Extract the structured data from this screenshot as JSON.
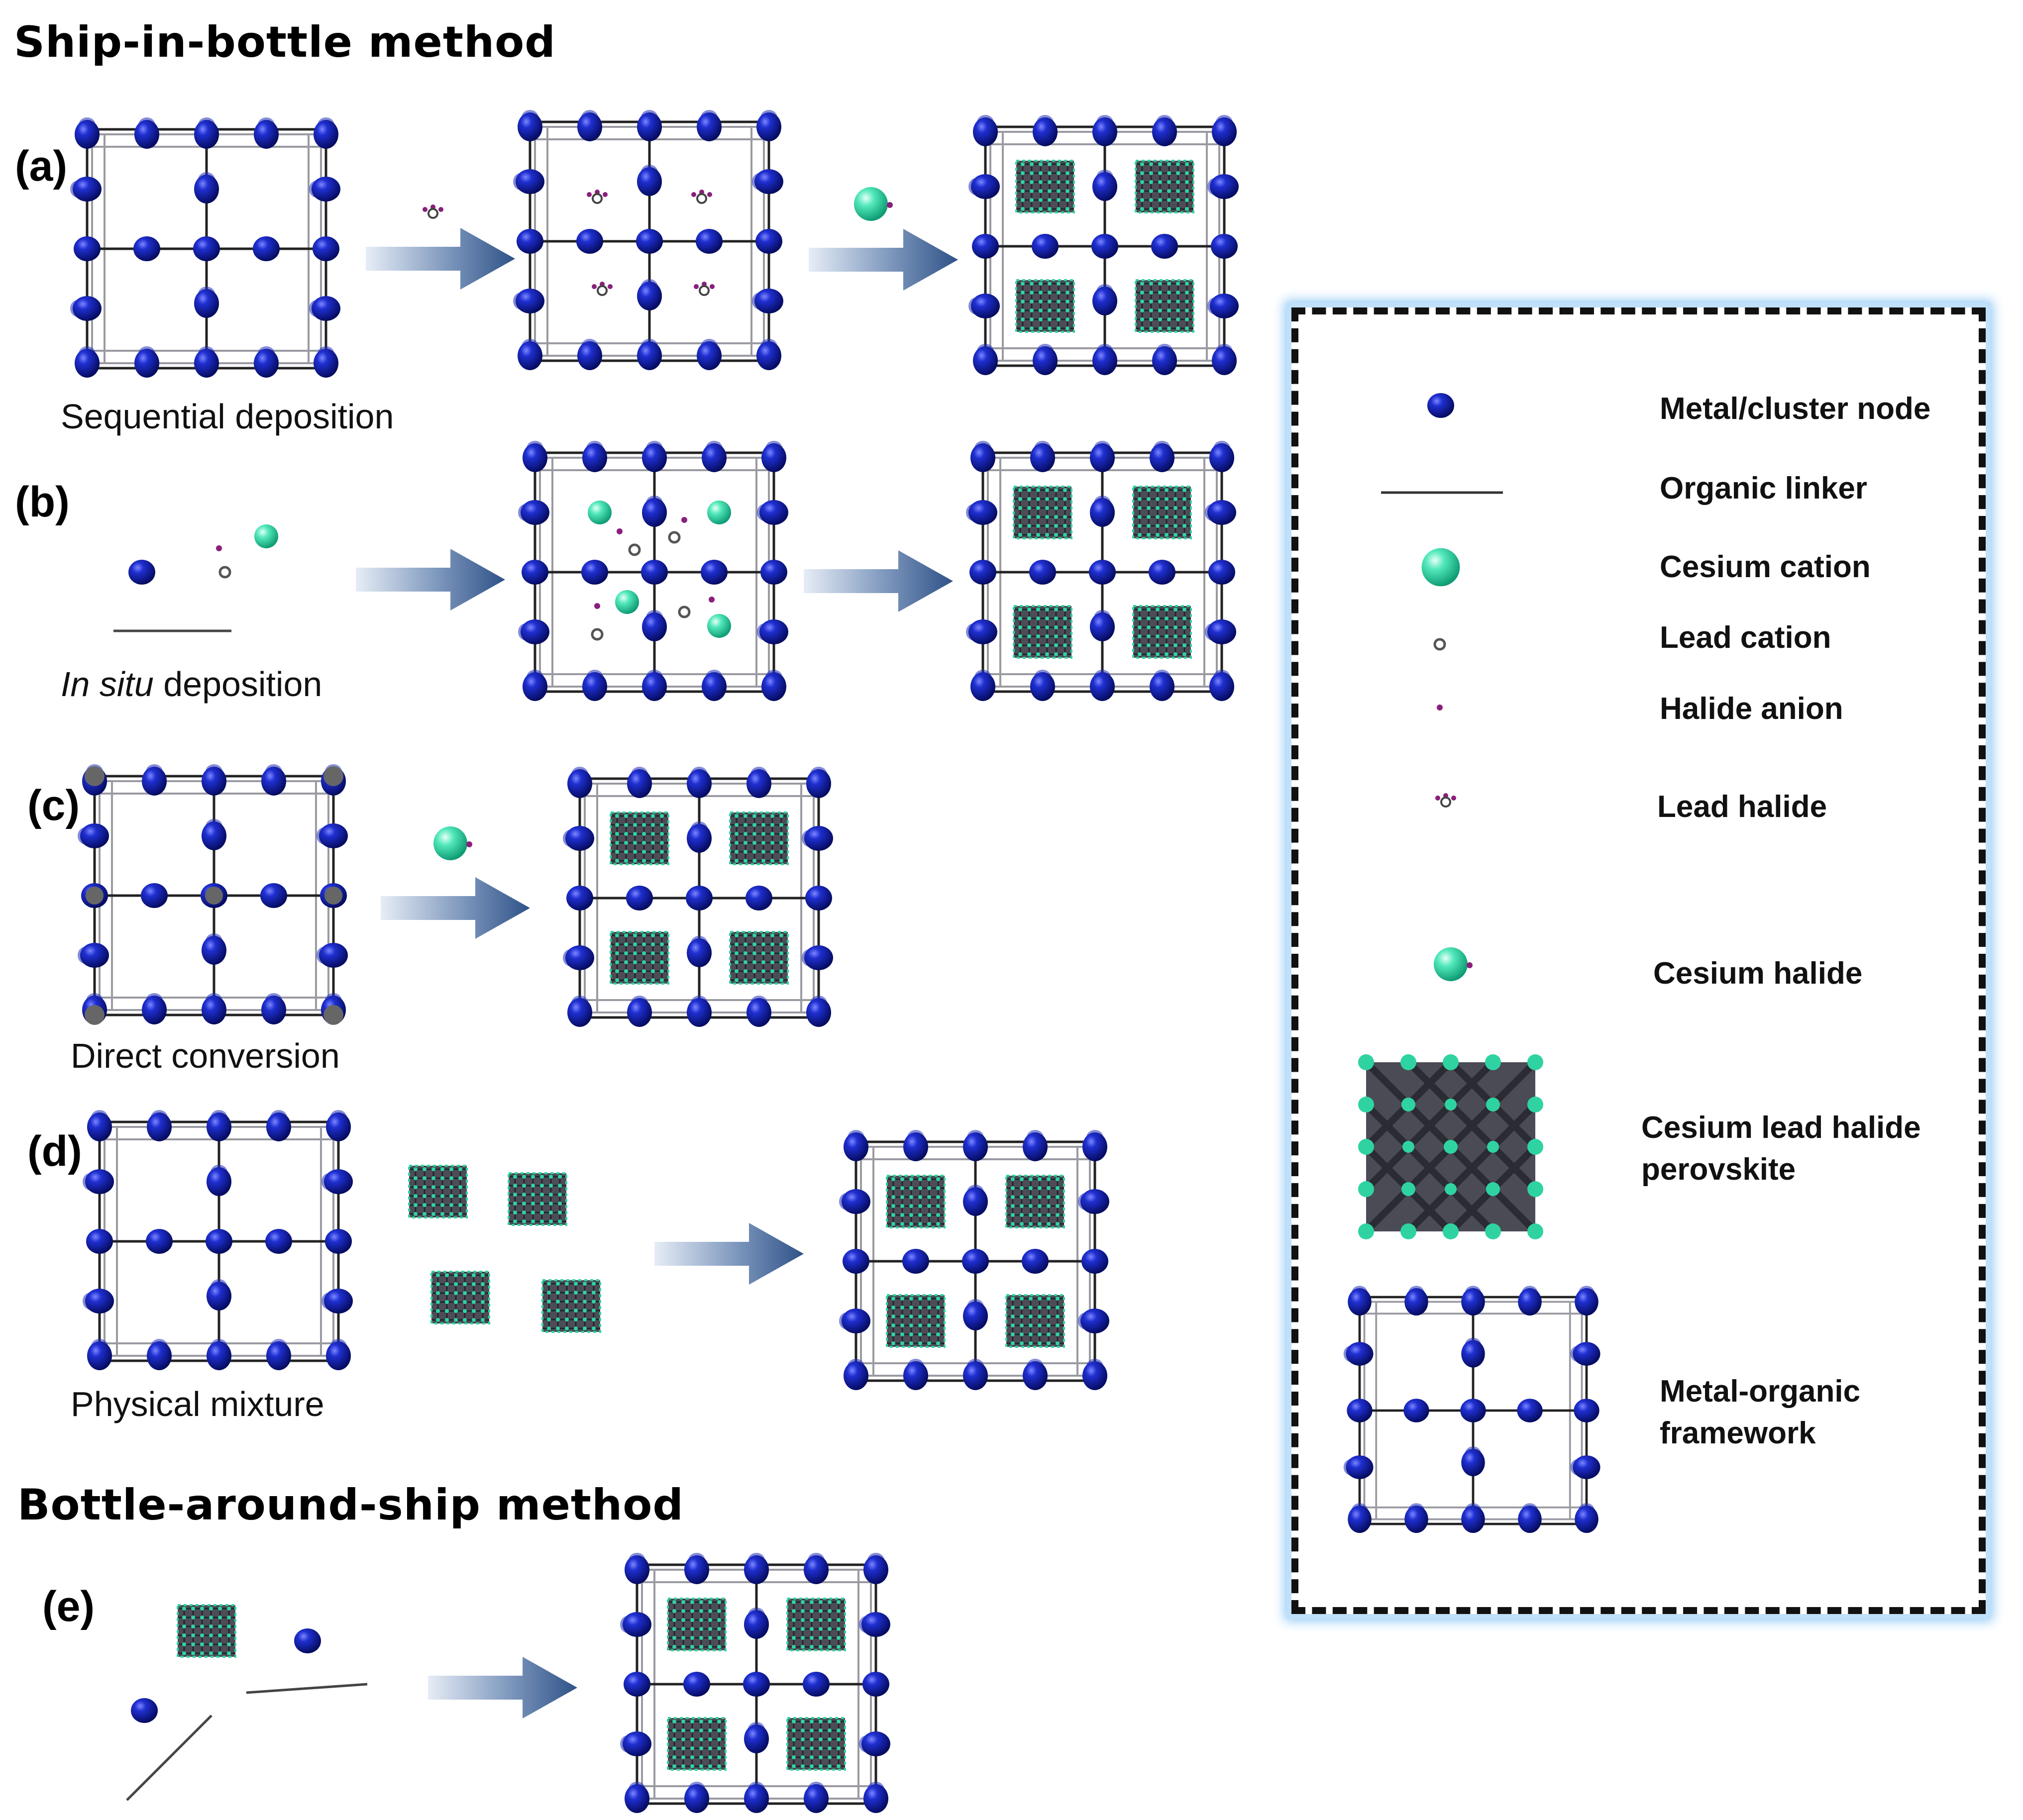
{
  "headings": {
    "ship_in_bottle": "Ship-in-bottle method",
    "bottle_around_ship": "Bottle-around-ship method"
  },
  "panels": [
    {
      "label": "(a)",
      "caption_text": "Sequential deposition"
    },
    {
      "label": "(b)",
      "caption_italic": "In situ",
      "caption_rest": " deposition"
    },
    {
      "label": "(c)",
      "caption_text": "Direct conversion"
    },
    {
      "label": "(d)",
      "caption_text": "Physical mixture"
    },
    {
      "label": "(e)"
    }
  ],
  "legend": {
    "items": [
      {
        "label": "Metal/cluster node",
        "icon": "metal-node-icon"
      },
      {
        "label": "Organic linker",
        "icon": "linker-line-icon"
      },
      {
        "label": "Cesium cation",
        "icon": "cesium-cation-icon"
      },
      {
        "label": "Lead cation",
        "icon": "lead-cation-icon"
      },
      {
        "label": "Halide anion",
        "icon": "halide-anion-icon"
      },
      {
        "label": "Lead halide",
        "icon": "lead-halide-icon"
      },
      {
        "label": "Cesium halide",
        "icon": "cesium-halide-icon"
      },
      {
        "label": "Cesium lead halide perovskite",
        "line1": "Cesium lead halide",
        "line2": "perovskite",
        "icon": "perovskite-icon"
      },
      {
        "label": "Metal-organic framework",
        "line1": "Metal-",
        "line1b": "organic",
        "line2": "framework",
        "icon": "mof-icon"
      }
    ]
  },
  "colors": {
    "node": "#0b1796",
    "cesium": "#2fd3a2",
    "lead": "#555555",
    "halide": "#8a1f7c",
    "arrow": "#3b5f93",
    "legend_glow": "#8ec7f5"
  }
}
